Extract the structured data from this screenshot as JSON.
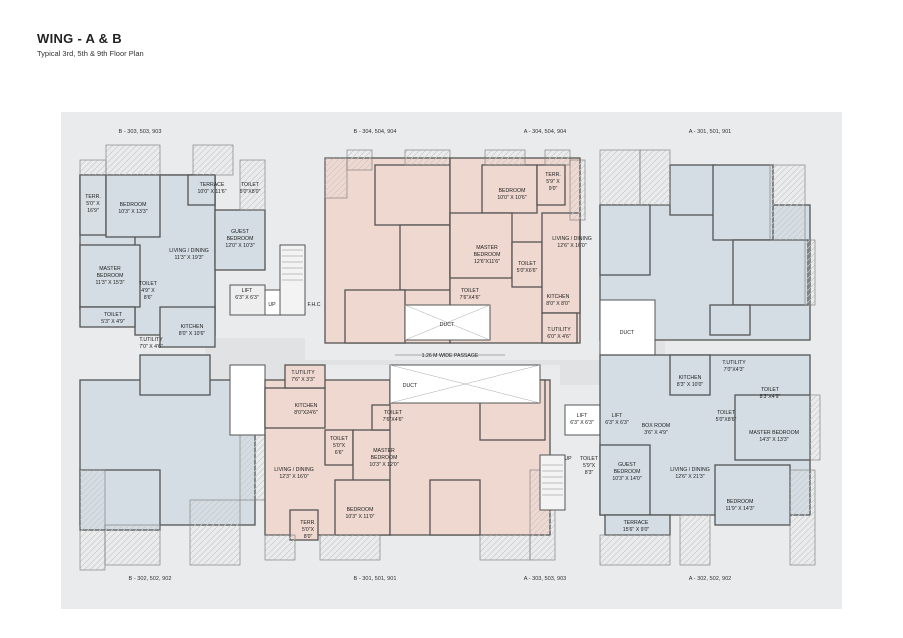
{
  "title": "WING - A & B",
  "subtitle": "Typical 3rd, 5th & 9th Floor Plan",
  "passage_label": "1.26 M WIDE PASSAGE",
  "colors": {
    "blue": "#d3dde3",
    "pink": "#efd8cf",
    "panel": "#e9ebec",
    "wall": "#555555"
  },
  "unit_labels": {
    "b303": "B - 303, 503, 903",
    "b304": "B - 304, 504, 904",
    "a304": "A - 304, 504, 904",
    "a301": "A - 301, 501, 901",
    "b302": "B - 302, 502, 902",
    "b301": "B - 301, 501, 901",
    "a303": "A - 303, 503, 903",
    "a302": "A - 302, 502, 902"
  },
  "rooms": {
    "terr1": [
      "TERR.",
      "5'0\" X",
      "16'9\""
    ],
    "bed1": [
      "BEDROOM",
      "10'3\" X 13'3\""
    ],
    "terrace1": [
      "TERRACE",
      "10'0\" X 11'6\""
    ],
    "toilet1": [
      "TOILET",
      "5'0\"X8'0\""
    ],
    "living1": [
      "LIVING / DINING",
      "11'3\" X 19'3\""
    ],
    "guest1": [
      "GUEST",
      "BEDROOM",
      "12'0\" X 10'3\""
    ],
    "master1": [
      "MASTER",
      "BEDROOM",
      "11'3\" X 15'3\""
    ],
    "toilet2": [
      "TOILET",
      "4'9\" X",
      "8'6\""
    ],
    "toilet3": [
      "TOILET",
      "5'3\" X 4'9\""
    ],
    "kitchen1": [
      "KITCHEN",
      "8'0\" X 10'6\""
    ],
    "utility1": [
      "T.UTILITY",
      "7'0\" X 4'6\""
    ],
    "lift1": [
      "LIFT",
      "6'3\" X 6'3\""
    ],
    "up1": "UP",
    "fhc": "F.H.C",
    "bed2": [
      "BEDROOM",
      "10'0\" X 10'6\""
    ],
    "terr2": [
      "TERR.",
      "5'9\" X",
      "9'0\""
    ],
    "living2": [
      "LIVING / DINING",
      "12'6\" X 16'0\""
    ],
    "master2": [
      "MASTER",
      "BEDROOM",
      "12'6\"X11'6\""
    ],
    "toilet4": [
      "TOILET",
      "5'0\"X6'6\""
    ],
    "toilet5": [
      "TOILET",
      "7'6\"X4'6\""
    ],
    "kitchen2": [
      "KITCHEN",
      "8'0\" X 8'0\""
    ],
    "utility2": [
      "T.UTILITY",
      "6'0\" X 4'6\""
    ],
    "duct1": "DUCT",
    "duct2": "DUCT",
    "duct3": "DUCT",
    "utility3": [
      "T.UTILITY",
      "7'6\" X 3'3\""
    ],
    "utility4": [
      "T.UTILITY",
      "7'0\"X4'3\""
    ],
    "kitchen3": [
      "KITCHEN",
      "8'0\"X24'6\""
    ],
    "toilet6": [
      "TOILET",
      "7'6\"X4'6\""
    ],
    "toilet7": [
      "TOILET",
      "5'0\"X",
      "6'6\""
    ],
    "master3": [
      "MASTER",
      "BEDROOM",
      "10'3\" X 12'0\""
    ],
    "living3": [
      "LIVING / DINING",
      "12'3\" X 16'0\""
    ],
    "bed3": [
      "BEDROOM",
      "10'3\" X 11'0\""
    ],
    "terr3": [
      "TERR.",
      "5'0\"X",
      "8'0\""
    ],
    "kitchen4": [
      "KITCHEN",
      "8'3\" X 10'0\""
    ],
    "toilet8": [
      "TOILET",
      "8'3\"X4'9\""
    ],
    "toilet9": [
      "TOILET",
      "5'0\"X8'6\""
    ],
    "master4": [
      "MASTER BEDROOM",
      "14'3\" X 13'3\""
    ],
    "lift2": [
      "LIFT",
      "6'3\" X 6'3\""
    ],
    "lift3": [
      "LIFT",
      "6'3\" X 6'3\""
    ],
    "boxroom": [
      "BOX ROOM",
      "3'6\" X 4'9\""
    ],
    "toilet10": [
      "TOILET",
      "5'9\"X",
      "8'3\""
    ],
    "up2": "UP",
    "guest2": [
      "GUEST",
      "BEDROOM",
      "10'3\" X 14'0\""
    ],
    "living4": [
      "LIVING / DINING",
      "12'6\" X 21'3\""
    ],
    "bed4": [
      "BEDROOM",
      "11'9\" X 14'3\""
    ],
    "terrace2": [
      "TERRACE",
      "15'6\" X 9'0\""
    ]
  }
}
